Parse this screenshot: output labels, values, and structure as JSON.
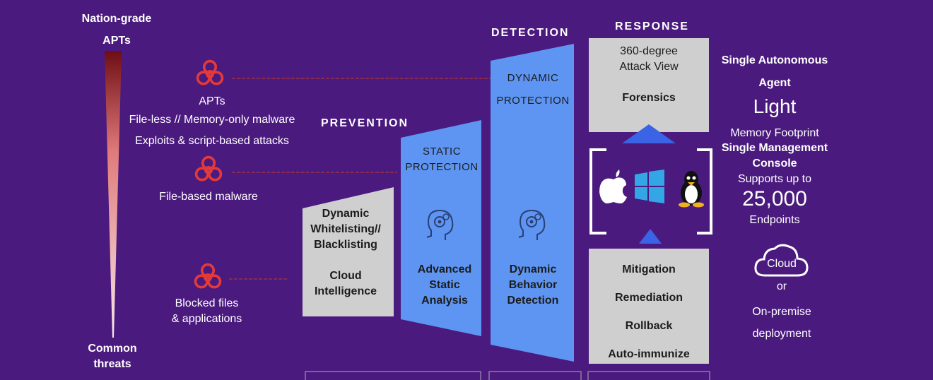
{
  "threat_scale": {
    "top_line1": "Nation-grade",
    "top_line2": "APTs",
    "bottom_line1": "Common",
    "bottom_line2": "threats"
  },
  "threats": {
    "apt": {
      "line1": "APTs",
      "line2": "File-less // Memory-only malware",
      "line3": "Exploits & script-based attacks"
    },
    "file_based": {
      "label": "File-based malware"
    },
    "blocked": {
      "line1": "Blocked files",
      "line2": "& applications"
    }
  },
  "prevention": {
    "header": "PREVENTION",
    "panel1": {
      "line1": "Dynamic",
      "line2": "Whitelisting//",
      "line3": "Blacklisting",
      "line4": "Cloud",
      "line5": "Intelligence"
    },
    "panel2": {
      "title1": "STATIC",
      "title2": "PROTECTION",
      "line1": "Advanced",
      "line2": "Static",
      "line3": "Analysis"
    }
  },
  "detection": {
    "header": "DETECTION",
    "panel": {
      "title1": "DYNAMIC",
      "title2": "PROTECTION",
      "line1": "Dynamic",
      "line2": "Behavior",
      "line3": "Detection"
    }
  },
  "response": {
    "header": "RESPONSE",
    "top_box": {
      "line1": "360-degree",
      "line2": "Attack View",
      "line3": "Forensics"
    },
    "bottom_box": {
      "item1": "Mitigation",
      "item2": "Remediation",
      "item3": "Rollback",
      "item4": "Auto-immunize"
    }
  },
  "right_column": {
    "agent_line1": "Single Autonomous",
    "agent_line2": "Agent",
    "light": "Light",
    "footprint": "Memory Footprint",
    "console_line1": "Single Management",
    "console_line2": "Console",
    "supports": "Supports up to",
    "count": "25,000",
    "endpoints": "Endpoints",
    "cloud": "Cloud",
    "or": "or",
    "onprem": "On-premise",
    "deployment": "deployment"
  },
  "colors": {
    "background": "#4a1a7e",
    "panel_gray": "#cfcfcf",
    "panel_blue": "#5e95f2",
    "hazard_red": "#e23a3a",
    "connector": "#8a2a4e",
    "triangle_blue": "#3a63e6"
  },
  "icons": [
    "biohazard-icon",
    "brain-gear-icon",
    "apple-icon",
    "windows-icon",
    "linux-tux-icon",
    "cloud-icon"
  ]
}
